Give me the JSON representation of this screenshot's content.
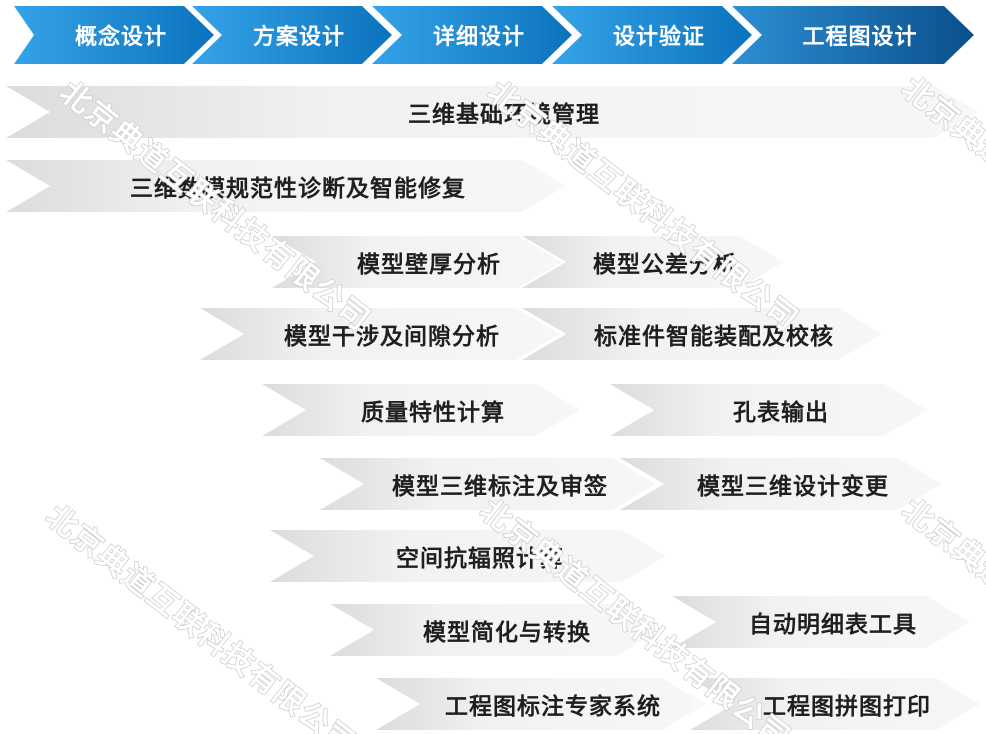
{
  "phases": [
    "概念设计",
    "方案设计",
    "详细设计",
    "设计验证",
    "工程图设计"
  ],
  "bars": {
    "env": "三维基础环境管理",
    "diagnose": "三维数模规范性诊断及智能修复",
    "wall": "模型壁厚分析",
    "tolerance": "模型公差分析",
    "interference": "模型干涉及间隙分析",
    "standard_parts": "标准件智能装配及校核",
    "mass": "质量特性计算",
    "hole": "孔表输出",
    "annotation": "模型三维标注及审签",
    "change": "模型三维设计变更",
    "radiation": "空间抗辐照计算",
    "simplify": "模型简化与转换",
    "bom": "自动明细表工具",
    "drawing_expert": "工程图标注专家系统",
    "drawing_print": "工程图拼图打印"
  },
  "watermark": "北京典道互联科技有限公司"
}
